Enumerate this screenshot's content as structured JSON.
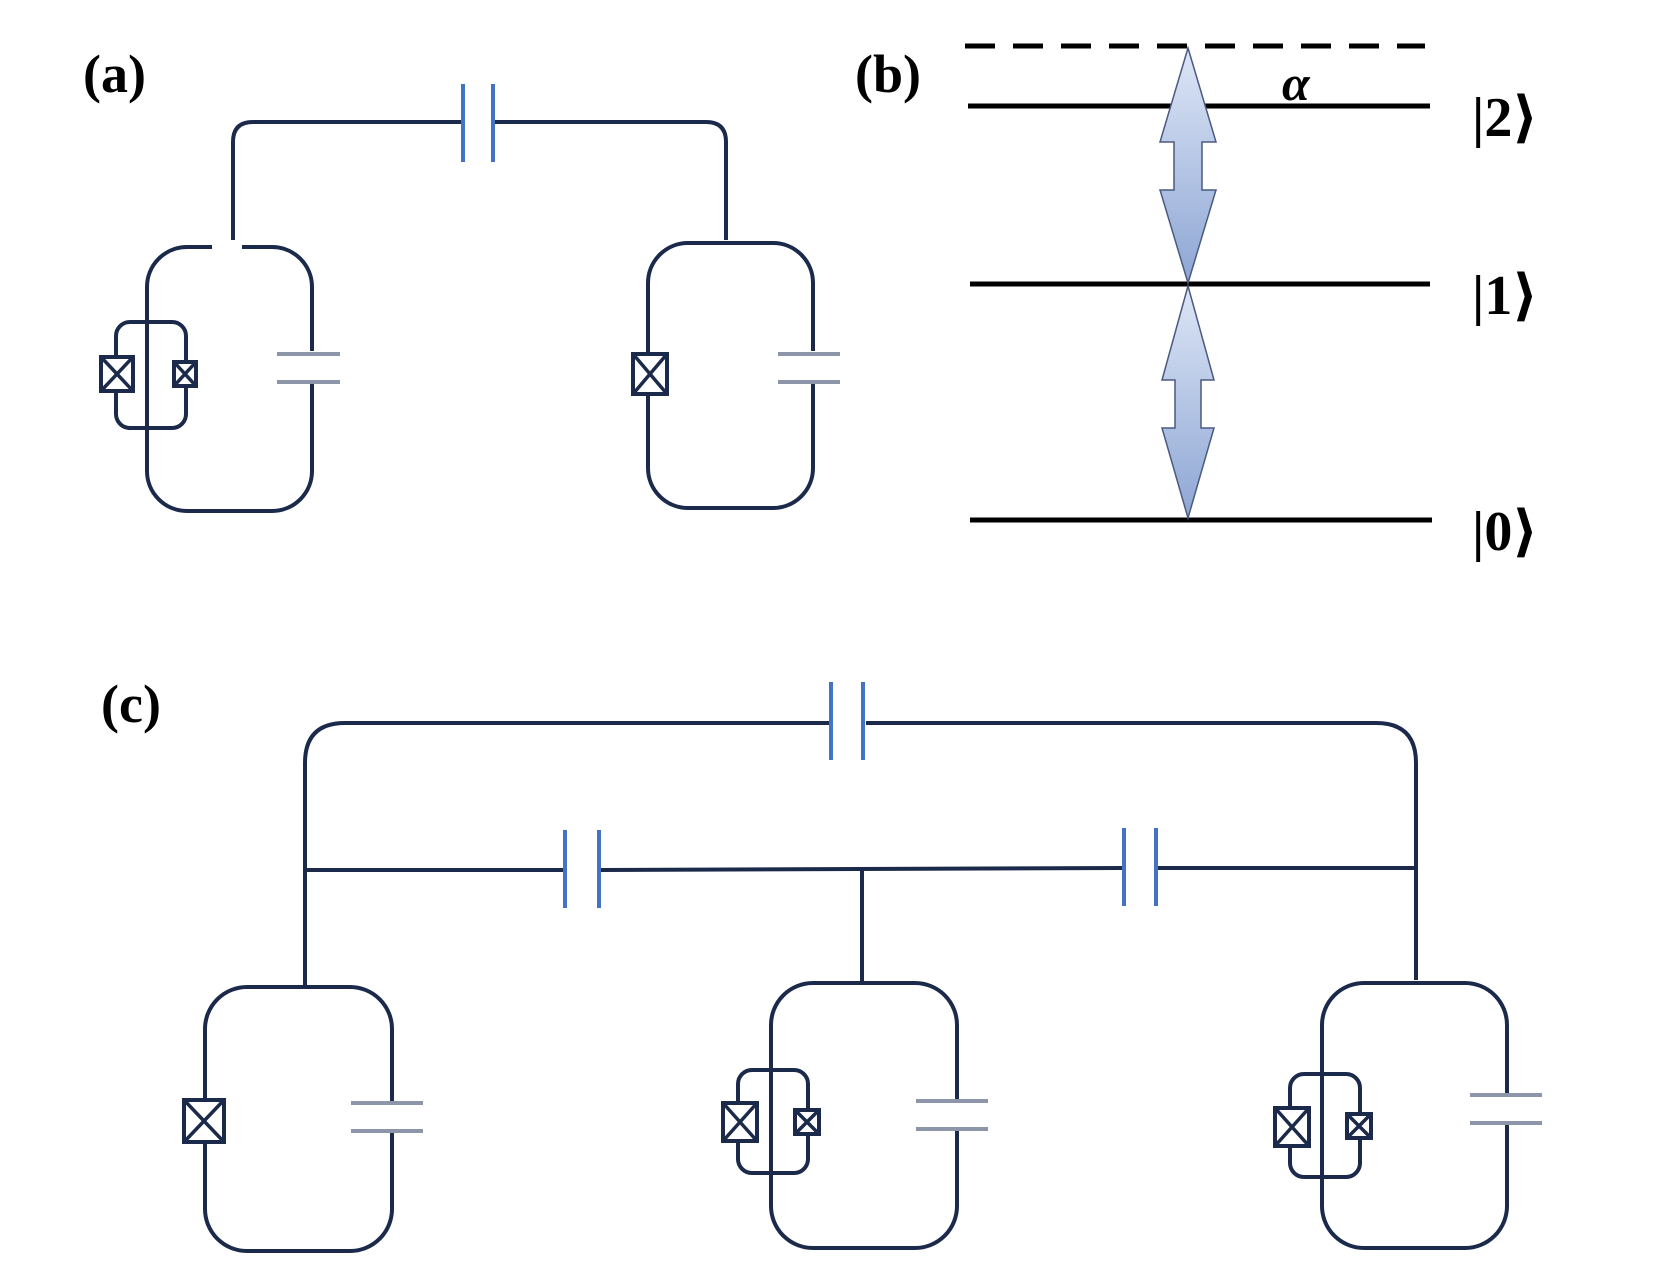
{
  "panels": {
    "a": {
      "label": "(a)"
    },
    "b": {
      "label": "(b)",
      "levels": [
        "|2⟩",
        "|1⟩",
        "|0⟩"
      ],
      "anharmonicity_label": "α"
    },
    "c": {
      "label": "(c)"
    }
  },
  "colors": {
    "wire": "#1b2a4a",
    "coupling_capacitor": "#4472c4",
    "shunt_capacitor": "#8d96a8",
    "arrow_fill_top": "#dde6f6",
    "arrow_fill_bottom": "#8ea6d4",
    "level_line": "#000000"
  },
  "icons": {
    "junction": "josephson-junction-icon",
    "coupling": "capacitor-icon",
    "transition": "double-arrow-icon"
  }
}
